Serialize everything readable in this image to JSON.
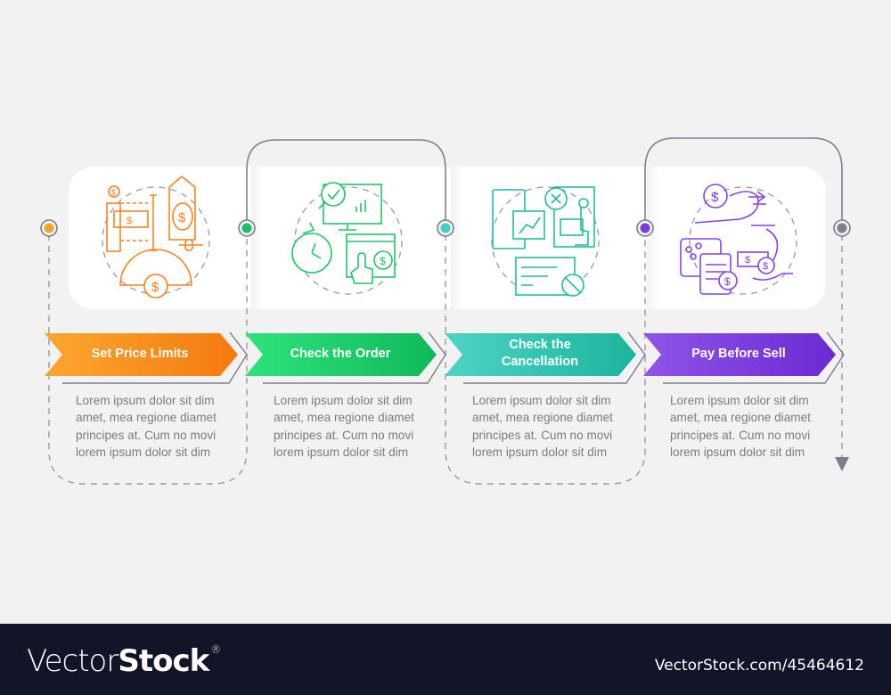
{
  "colors": {
    "background": "#f2f2f2",
    "card": "#ffffff",
    "connector": "#7f7d8c",
    "dash": "#9a98a5",
    "footer": "#121427"
  },
  "steps": [
    {
      "label": "Set Price Limits",
      "icon": "price-limits-icon",
      "description": [
        "Lorem ipsum dolor sit dim",
        "amet, mea regione diamet",
        "principes at. Cum no movi",
        "lorem ipsum dolor sit dim"
      ],
      "gradient": [
        "#fba72f",
        "#f5790f"
      ],
      "dot_color": "#f9a228"
    },
    {
      "label": "Check the Order",
      "icon": "check-order-icon",
      "description": [
        "Lorem ipsum dolor sit dim",
        "amet, mea regione diamet",
        "principes at. Cum no movi",
        "lorem ipsum dolor sit dim"
      ],
      "gradient": [
        "#2ee37b",
        "#0fb95b"
      ],
      "dot_color": "#1fbf6a"
    },
    {
      "label": "Check the Cancellation",
      "label_lines": [
        "Check the",
        "Cancellation"
      ],
      "icon": "check-cancellation-icon",
      "description": [
        "Lorem ipsum dolor sit dim",
        "amet, mea regione diamet",
        "principes at. Cum no movi",
        "lorem ipsum dolor sit dim"
      ],
      "gradient": [
        "#4fd3c4",
        "#1ab59c"
      ],
      "dot_color": "#3dcfbf"
    },
    {
      "label": "Pay Before Sell",
      "icon": "pay-before-sell-icon",
      "description": [
        "Lorem ipsum dolor sit dim",
        "amet, mea regione diamet",
        "principes at. Cum no movi",
        "lorem ipsum dolor sit dim"
      ],
      "gradient": [
        "#8f55e8",
        "#6b2ad2"
      ],
      "dot_color": "#7b3be0"
    }
  ],
  "end_dot_color": "#807d8e",
  "footer": {
    "brand_light": "Vector",
    "brand_bold": "Stock",
    "brand_mark": "®",
    "reference": "VectorStock.com/45464612"
  }
}
